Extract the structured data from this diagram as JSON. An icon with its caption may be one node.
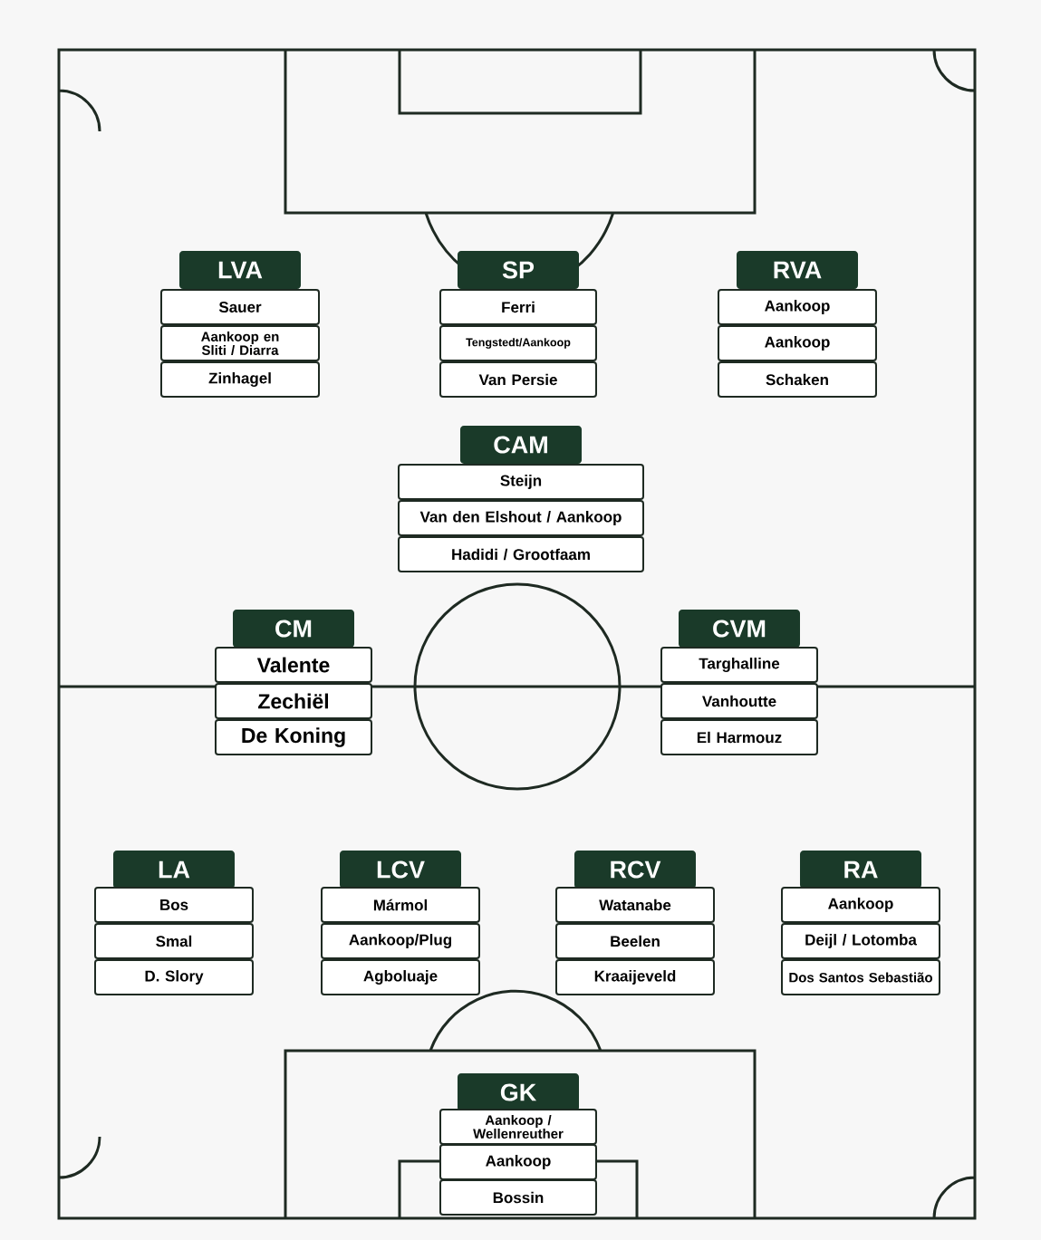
{
  "diagram": {
    "nodes": [
      {
        "text": [
          "LVA"
        ]
      },
      {
        "text": [
          "Sauer"
        ]
      },
      {
        "text": [
          "Aankoop en Sliti / Diarra"
        ]
      },
      {
        "text": [
          "Zinhagel"
        ]
      },
      {
        "text": [
          "SP"
        ]
      },
      {
        "text": [
          "Ferri"
        ]
      },
      {
        "text": [
          "Tengstedt/Aankoop"
        ]
      },
      {
        "text": [
          "Van Persie"
        ]
      },
      {
        "text": [
          "RVA"
        ]
      },
      {
        "text": [
          "Aankoop"
        ]
      },
      {
        "text": [
          "Aankoop"
        ]
      },
      {
        "text": [
          "Schaken"
        ]
      },
      {
        "text": [
          "CAM"
        ]
      },
      {
        "text": [
          "Steijn"
        ]
      },
      {
        "text": [
          "Van den Elshout / Aankoop"
        ]
      },
      {
        "text": [
          "Hadidi / Grootfaam"
        ]
      },
      {
        "text": [
          "CM"
        ]
      },
      {
        "text": [
          "Valente"
        ]
      },
      {
        "text": [
          "Zechiël"
        ]
      },
      {
        "text": [
          "De Koning"
        ]
      },
      {
        "text": [
          "CVM"
        ]
      },
      {
        "text": [
          "Targhalline"
        ]
      },
      {
        "text": [
          "Vanhoutte"
        ]
      },
      {
        "text": [
          "El Harmouz"
        ]
      },
      {
        "text": [
          "LA"
        ]
      },
      {
        "text": [
          "Bos"
        ]
      },
      {
        "text": [
          "Smal"
        ]
      },
      {
        "text": [
          "D. Slory"
        ]
      },
      {
        "text": [
          "LCV"
        ]
      },
      {
        "text": [
          "Mármol"
        ]
      },
      {
        "text": [
          "Aankoop/Plug"
        ]
      },
      {
        "text": [
          "Agboluaje"
        ]
      },
      {
        "text": [
          "RCV"
        ]
      },
      {
        "text": [
          "Watanabe"
        ]
      },
      {
        "text": [
          "Beelen"
        ]
      },
      {
        "text": [
          "Kraaijeveld"
        ]
      },
      {
        "text": [
          "RA"
        ]
      },
      {
        "text": [
          "Aankoop"
        ]
      },
      {
        "text": [
          "Deijl / Lotomba"
        ]
      },
      {
        "text": [
          "Dos Santos Sebastião"
        ]
      },
      {
        "text": [
          "GK"
        ]
      },
      {
        "text": [
          "Aankoop / Wellenreuther"
        ]
      },
      {
        "text": [
          "Aankoop"
        ]
      },
      {
        "text": [
          "Bossin"
        ]
      }
    ]
  }
}
